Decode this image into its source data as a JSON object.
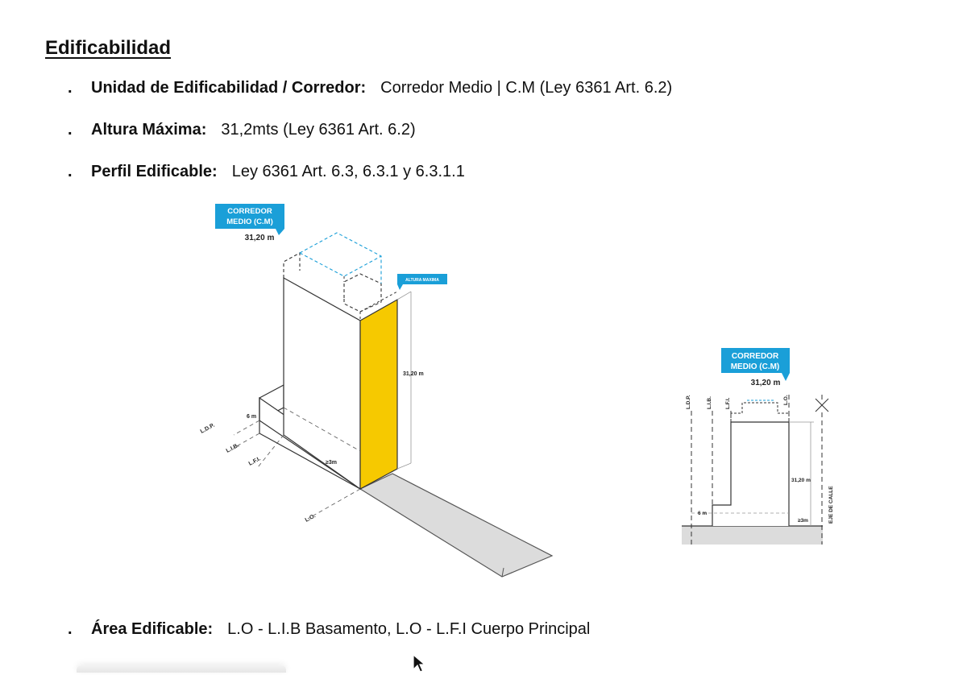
{
  "section": {
    "title": "Edificabilidad"
  },
  "items": [
    {
      "bullet": ".",
      "label": "Unidad de Edificabilidad / Corredor:",
      "value": "Corredor Medio | C.M (Ley 6361 Art. 6.2)"
    },
    {
      "bullet": ".",
      "label": "Altura Máxima:",
      "value": "31,2mts (Ley 6361 Art. 6.2)"
    },
    {
      "bullet": ".",
      "label": "Perfil Edificable:",
      "value": "Ley 6361 Art. 6.3, 6.3.1 y 6.3.1.1"
    },
    {
      "bullet": ".",
      "label": "Área Edificable:",
      "value": "L.O - L.I.B Basamento, L.O - L.F.I Cuerpo Principal"
    }
  ],
  "iso_diagram": {
    "tag_line1": "CORREDOR",
    "tag_line2": "MEDIO (C.M)",
    "tag_height": "31,20 m",
    "max_height_tag": "ALTURA MAXIMA",
    "height_label": "31,20 m",
    "base_height": "6 m",
    "setback": "≥3m",
    "line_ldp": "L.D.P.",
    "line_lib": "L.I.B.",
    "line_lfi": "L.F.I.",
    "line_lo": "L.O."
  },
  "section_diagram": {
    "tag_line1": "CORREDOR",
    "tag_line2": "MEDIO (C.M)",
    "tag_height": "31,20 m",
    "line_ldp": "L.D.P.",
    "line_lib": "L.I.B.",
    "line_lfi": "L.F.I.",
    "line_lo": "L.O.",
    "height_label": "31,20 m",
    "base_height": "6 m",
    "setback": "≥3m",
    "street_axis": "EJE DE CALLE"
  },
  "colors": {
    "tag_blue": "#1a9fd8",
    "facade_yellow": "#f6c900",
    "sidewalk_gray": "#dcdcdc"
  }
}
